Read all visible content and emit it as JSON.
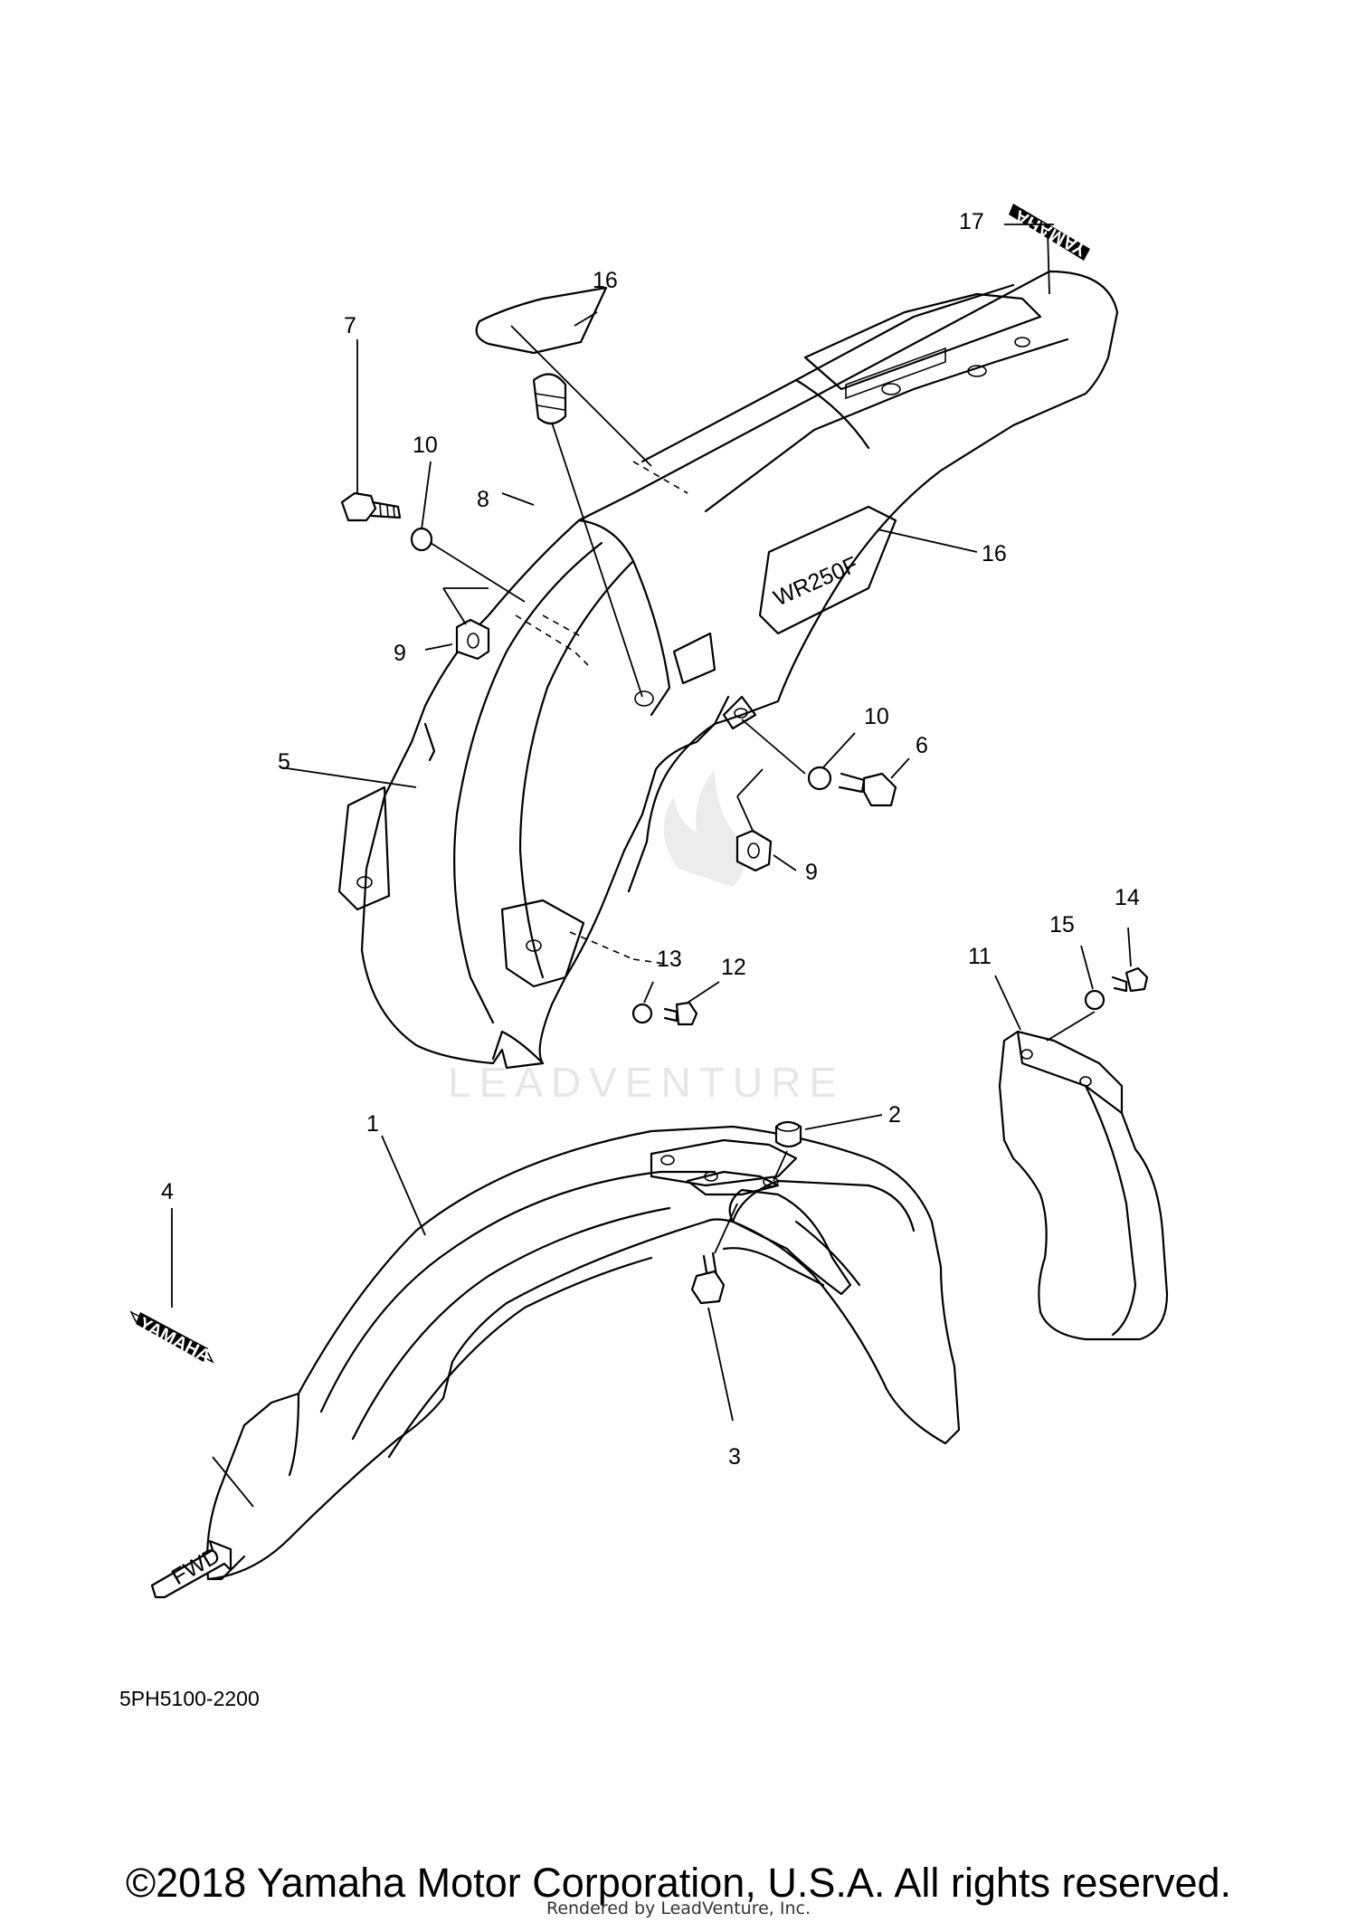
{
  "diagram": {
    "part_numbers": [
      "1",
      "2",
      "3",
      "4",
      "5",
      "6",
      "7",
      "8",
      "9",
      "10",
      "11",
      "12",
      "13",
      "14",
      "15",
      "16",
      "17"
    ],
    "labels": {
      "p1": "1",
      "p2": "2",
      "p3": "3",
      "p4": "4",
      "p5": "5",
      "p6": "6",
      "p7": "7",
      "p8": "8",
      "p9a": "9",
      "p9b": "9",
      "p10a": "10",
      "p10b": "10",
      "p11": "11",
      "p12": "12",
      "p13": "13",
      "p14": "14",
      "p15": "15",
      "p16a": "16",
      "p16b": "16",
      "p17": "17"
    },
    "decal_front": "YAMAHA",
    "decal_rear": "YAMAHA",
    "side_decal": "WR250F",
    "fwd_arrow": "FWD",
    "diagram_code": "5PH5100-2200",
    "watermark": "LEADVENTURE"
  },
  "footer": {
    "copyright": "©2018 Yamaha Motor Corporation, U.S.A. All rights reserved.",
    "rendered_by": "Rendered by LeadVenture, Inc."
  }
}
